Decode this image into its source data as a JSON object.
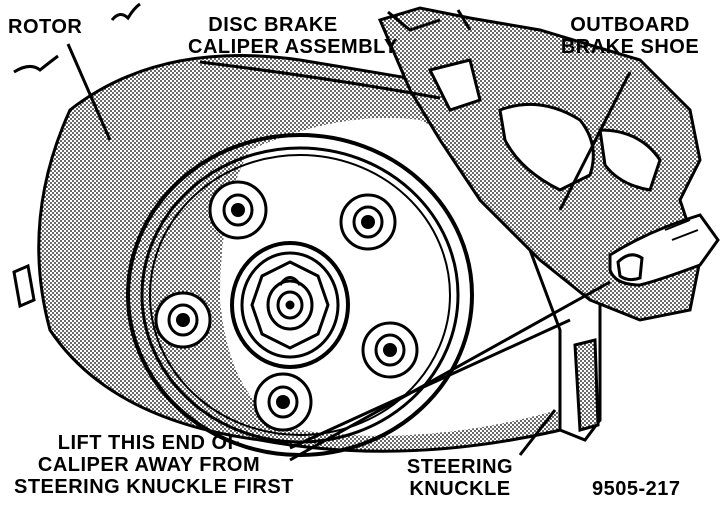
{
  "labels": {
    "rotor": "ROTOR",
    "caliper": [
      "DISC BRAKE",
      "CALIPER ASSEMBLY"
    ],
    "outboard_shoe": [
      "OUTBOARD",
      "BRAKE SHOE"
    ],
    "lift_note": [
      "LIFT THIS END OF",
      "CALIPER AWAY FROM",
      "STEERING KNUCKLE FIRST"
    ],
    "steering_knuckle": [
      "STEERING",
      "KNUCKLE"
    ],
    "figure_number": "9505-217"
  }
}
